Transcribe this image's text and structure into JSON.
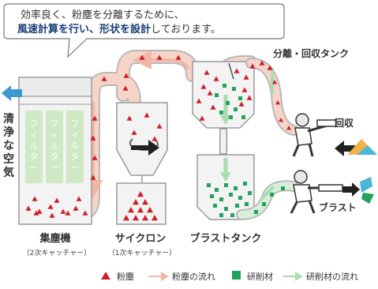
{
  "callout": {
    "line1": "効率良く、粉塵を分離するために、",
    "line2_bold": "風速計算を行い、形状を設計",
    "line2_rest": "しております。"
  },
  "labels": {
    "separation_tank": "分離・回収タンク",
    "clean_air": [
      "清",
      "浄",
      "な",
      "空",
      "気"
    ],
    "filter_chars": [
      "フ",
      "ィ",
      "ル",
      "タ",
      "ー"
    ],
    "recovery": "回収",
    "blast": "ブラスト",
    "dust_collector": "集塵機",
    "dust_collector_sub": "（2次キャッチャー）",
    "cyclone": "サイクロン",
    "cyclone_sub": "（1次キャッチャー）",
    "blast_tank": "ブラストタンク"
  },
  "legend": [
    {
      "icon": "red-triangle",
      "label": "粉塵"
    },
    {
      "icon": "salmon-arrow",
      "label": "粉塵の流れ"
    },
    {
      "icon": "green-square",
      "label": "研削材"
    },
    {
      "icon": "green-arrow",
      "label": "研削材の流れ"
    }
  ],
  "colors": {
    "dust": "#cc1f2a",
    "dust_flow": "#f0b7a6",
    "abrasive": "#22a25a",
    "abrasive_flow": "#a9dcb0",
    "clean_air": "#3d9ad1",
    "filter": "#cfe9c5",
    "outline": "#9a9a9a"
  }
}
